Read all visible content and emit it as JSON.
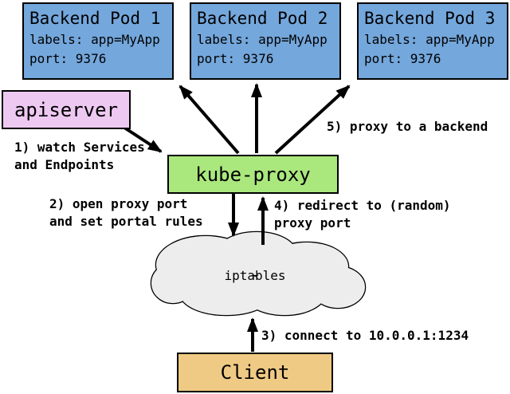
{
  "pods": [
    {
      "title": "Backend Pod 1",
      "labels_line": "labels: app=MyApp",
      "port_line": "port: 9376"
    },
    {
      "title": "Backend Pod 2",
      "labels_line": "labels: app=MyApp",
      "port_line": "port: 9376"
    },
    {
      "title": "Backend Pod 3",
      "labels_line": "labels: app=MyApp",
      "port_line": "port: 9376"
    }
  ],
  "nodes": {
    "apiserver": "apiserver",
    "kube_proxy": "kube-proxy",
    "iptables": "iptables",
    "client": "Client"
  },
  "steps": {
    "step1": "1) watch Services\nand Endpoints",
    "step2": "2) open proxy port\nand set portal rules",
    "step3": "3) connect to 10.0.0.1:1234",
    "step4": "4) redirect to (random)\nproxy port",
    "step5": "5) proxy to a backend"
  },
  "colors": {
    "pod_fill": "#74A7DC",
    "apiserver_fill": "#EDC9F2",
    "kube_proxy_fill": "#AAE87E",
    "iptables_fill": "#EDEDED",
    "client_fill": "#EFCA84",
    "arrow_stroke": "#000000"
  }
}
